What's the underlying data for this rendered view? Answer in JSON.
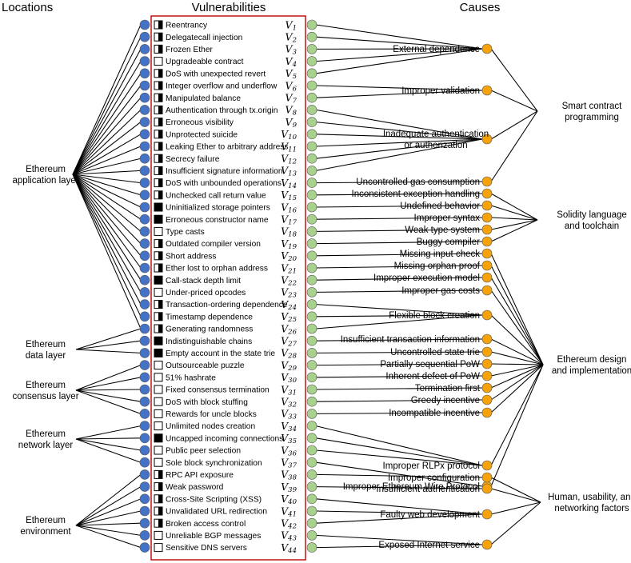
{
  "headers": {
    "locations": "Locations",
    "vulnerabilities": "Vulnerabilities",
    "causes": "Causes"
  },
  "colors": {
    "location_node": "#4472C4",
    "vulnerability_node": "#A9D18E",
    "cause_node": "#F5A20B",
    "box_border": "#C00000",
    "node_stroke": "#555555"
  },
  "locations": [
    {
      "lines": [
        "Ethereum",
        "application layer"
      ],
      "vulns": [
        1,
        26
      ]
    },
    {
      "lines": [
        "Ethereum",
        "data layer"
      ],
      "vulns": [
        26,
        28
      ]
    },
    {
      "lines": [
        "Ethereum",
        "consensus layer"
      ],
      "vulns": [
        29,
        33
      ]
    },
    {
      "lines": [
        "Ethereum",
        "network layer"
      ],
      "vulns": [
        34,
        37
      ]
    },
    {
      "lines": [
        "Ethereum",
        "environment"
      ],
      "vulns": [
        38,
        44
      ]
    }
  ],
  "vulnerabilities": [
    {
      "name": "Reentrancy",
      "fill": "half"
    },
    {
      "name": "Delegatecall injection",
      "fill": "half"
    },
    {
      "name": "Frozen Ether",
      "fill": "half"
    },
    {
      "name": "Upgradeable contract",
      "fill": "empty"
    },
    {
      "name": "DoS with unexpected revert",
      "fill": "half"
    },
    {
      "name": "Integer overflow and underflow",
      "fill": "half"
    },
    {
      "name": "Manipulated balance",
      "fill": "half"
    },
    {
      "name": "Authentication through tx.origin",
      "fill": "half"
    },
    {
      "name": "Erroneous visibility",
      "fill": "half"
    },
    {
      "name": "Unprotected suicide",
      "fill": "half"
    },
    {
      "name": "Leaking Ether to arbitrary address",
      "fill": "half"
    },
    {
      "name": "Secrecy failure",
      "fill": "half"
    },
    {
      "name": "Insufficient signature information",
      "fill": "half"
    },
    {
      "name": "DoS with unbounded operations",
      "fill": "half"
    },
    {
      "name": "Unchecked call return value",
      "fill": "half"
    },
    {
      "name": "Uninitialized storage pointers",
      "fill": "full"
    },
    {
      "name": "Erroneous constructor name",
      "fill": "full"
    },
    {
      "name": "Type casts",
      "fill": "empty"
    },
    {
      "name": "Outdated compiler version",
      "fill": "half"
    },
    {
      "name": "Short address",
      "fill": "half"
    },
    {
      "name": "Ether lost to orphan address",
      "fill": "half"
    },
    {
      "name": "Call-stack depth limit",
      "fill": "full"
    },
    {
      "name": "Under-priced opcodes",
      "fill": "empty"
    },
    {
      "name": "Transaction-ordering dependence",
      "fill": "half"
    },
    {
      "name": "Timestamp dependence",
      "fill": "half"
    },
    {
      "name": "Generating randomness",
      "fill": "half"
    },
    {
      "name": "Indistinguishable chains",
      "fill": "full"
    },
    {
      "name": "Empty account in the state trie",
      "fill": "full"
    },
    {
      "name": "Outsourceable puzzle",
      "fill": "empty"
    },
    {
      "name": "51% hashrate",
      "fill": "empty"
    },
    {
      "name": "Fixed consensus termination",
      "fill": "empty"
    },
    {
      "name": "DoS with block stuffing",
      "fill": "empty"
    },
    {
      "name": "Rewards for uncle blocks",
      "fill": "empty"
    },
    {
      "name": "Unlimited nodes creation",
      "fill": "empty"
    },
    {
      "name": "Uncapped incoming connections",
      "fill": "full"
    },
    {
      "name": "Public peer selection",
      "fill": "empty"
    },
    {
      "name": "Sole block synchronization",
      "fill": "empty"
    },
    {
      "name": "RPC API exposure",
      "fill": "half"
    },
    {
      "name": "Weak password",
      "fill": "half"
    },
    {
      "name": "Cross-Site Scripting (XSS)",
      "fill": "half"
    },
    {
      "name": "Unvalidated URL redirection",
      "fill": "half"
    },
    {
      "name": "Broken access control",
      "fill": "half"
    },
    {
      "name": "Unreliable BGP messages",
      "fill": "empty"
    },
    {
      "name": "Sensitive DNS servers",
      "fill": "empty"
    }
  ],
  "causes": [
    {
      "lines": [
        "External dependence"
      ],
      "vulns": [
        1,
        2,
        3,
        4,
        5
      ],
      "groups": [
        1
      ]
    },
    {
      "lines": [
        "Improper validation"
      ],
      "vulns": [
        6,
        7
      ],
      "groups": [
        1
      ]
    },
    {
      "lines": [
        "Inadequate authentication",
        "or authorization"
      ],
      "vulns": [
        8,
        9,
        10,
        11,
        12,
        13
      ],
      "groups": [
        1
      ]
    },
    {
      "lines": [
        "Uncontrolled gas consumption"
      ],
      "vulns": [
        14
      ],
      "groups": [
        1
      ]
    },
    {
      "lines": [
        "Inconsistent exception handling"
      ],
      "vulns": [
        15
      ],
      "groups": [
        2
      ]
    },
    {
      "lines": [
        "Undefined behavior"
      ],
      "vulns": [
        16
      ],
      "groups": [
        2
      ]
    },
    {
      "lines": [
        "Improper syntax"
      ],
      "vulns": [
        17
      ],
      "groups": [
        2
      ]
    },
    {
      "lines": [
        "Weak type system"
      ],
      "vulns": [
        18
      ],
      "groups": [
        2
      ]
    },
    {
      "lines": [
        "Buggy compiler"
      ],
      "vulns": [
        19
      ],
      "groups": [
        2
      ]
    },
    {
      "lines": [
        "Missing input check"
      ],
      "vulns": [
        20
      ],
      "groups": [
        3
      ]
    },
    {
      "lines": [
        "Missing orphan proof"
      ],
      "vulns": [
        21
      ],
      "groups": [
        3
      ]
    },
    {
      "lines": [
        "Improper execution model"
      ],
      "vulns": [
        22
      ],
      "groups": [
        3
      ]
    },
    {
      "lines": [
        "Improper gas costs"
      ],
      "vulns": [
        23
      ],
      "groups": [
        3
      ]
    },
    {
      "lines": [
        "Flexible block creation"
      ],
      "vulns": [
        24,
        25,
        26
      ],
      "groups": [
        3
      ]
    },
    {
      "lines": [
        "Insufficient transaction information"
      ],
      "vulns": [
        27
      ],
      "groups": [
        3
      ]
    },
    {
      "lines": [
        "Uncontrolled state trie"
      ],
      "vulns": [
        28
      ],
      "groups": [
        3
      ]
    },
    {
      "lines": [
        "Partially sequential PoW"
      ],
      "vulns": [
        29
      ],
      "groups": [
        3
      ]
    },
    {
      "lines": [
        "Inherent defect of PoW"
      ],
      "vulns": [
        30
      ],
      "groups": [
        3
      ]
    },
    {
      "lines": [
        "Termination first"
      ],
      "vulns": [
        31
      ],
      "groups": [
        3
      ]
    },
    {
      "lines": [
        "Greedy incentive"
      ],
      "vulns": [
        32
      ],
      "groups": [
        3
      ]
    },
    {
      "lines": [
        "Incompatible incentive"
      ],
      "vulns": [
        33
      ],
      "groups": [
        3
      ]
    },
    {
      "lines": [
        "Improper RLPx protocol"
      ],
      "vulns": [
        34,
        35,
        36
      ],
      "groups": [
        3
      ]
    },
    {
      "lines": [
        "Improper Ethereum Wire Protocol"
      ],
      "vulns": [
        37
      ],
      "groups": [
        3
      ]
    },
    {
      "lines": [
        "Improper configuration"
      ],
      "vulns": [
        38
      ],
      "groups": [
        4
      ]
    },
    {
      "lines": [
        "Insufficient authentication"
      ],
      "vulns": [
        39
      ],
      "groups": [
        4
      ]
    },
    {
      "lines": [
        "Faulty web development"
      ],
      "vulns": [
        40,
        41,
        42
      ],
      "groups": [
        4
      ]
    },
    {
      "lines": [
        "Exposed Internet service"
      ],
      "vulns": [
        43,
        44
      ],
      "groups": [
        4
      ]
    }
  ],
  "cause_groups": [
    {
      "lines": [
        "Smart contract",
        "programming"
      ]
    },
    {
      "lines": [
        "Solidity language",
        "and toolchain"
      ]
    },
    {
      "lines": [
        "Ethereum design",
        "and implementation"
      ]
    },
    {
      "lines": [
        "Human, usability, and",
        "networking factors"
      ]
    }
  ]
}
